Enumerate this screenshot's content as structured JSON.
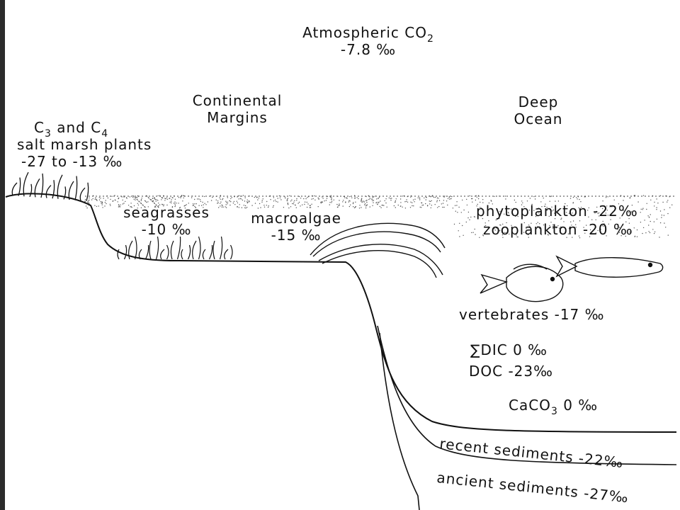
{
  "labels": {
    "atmospheric": "Atmospheric CO",
    "atmospheric_sub": "2",
    "atmospheric_value": "-7.8 ‰",
    "continental_margins_1": "Continental",
    "continental_margins_2": "Margins",
    "deep_ocean_1": "Deep",
    "deep_ocean_2": "Ocean",
    "salt_marsh_c": "C",
    "salt_marsh_sub3": "3",
    "salt_marsh_and": "and",
    "salt_marsh_c2": "C",
    "salt_marsh_sub4": "4",
    "salt_marsh_plants": "salt marsh plants",
    "salt_marsh_value": "-27 to -13 ‰",
    "seagrasses": "seagrasses",
    "seagrasses_value": "-10 ‰",
    "macroalgae": "macroalgae",
    "macroalgae_value": "-15 ‰",
    "phytoplankton": "phytoplankton -22‰",
    "zooplankton": "zooplankton -20 ‰",
    "vertebrates": "vertebrates -17 ‰",
    "dic": "∑DIC  0 ‰",
    "doc": "DOC -23‰",
    "caco3_a": "CaCO",
    "caco3_sub": "3",
    "caco3_b": "  0 ‰",
    "recent_sediments": "recent sediments -22‰",
    "ancient_sediments": "ancient sediments -27‰"
  }
}
